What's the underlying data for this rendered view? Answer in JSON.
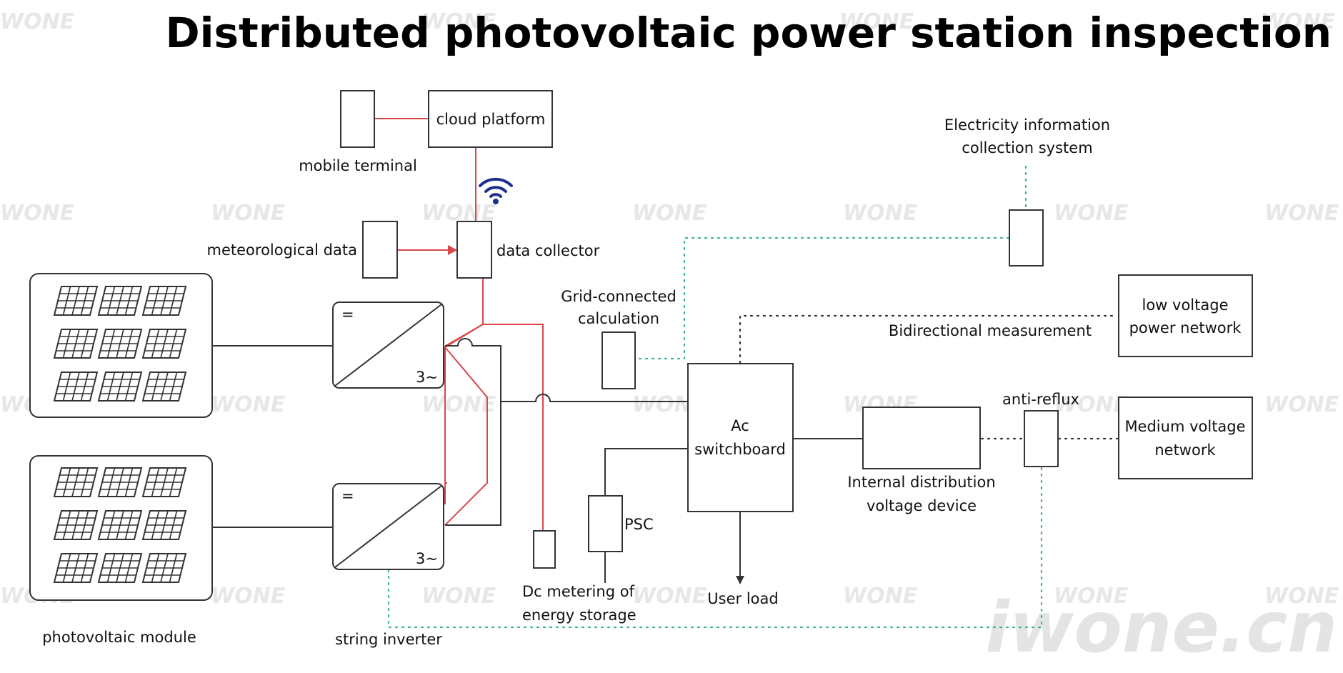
{
  "title": "Distributed photovoltaic power station inspection",
  "watermark": {
    "text": "WONE",
    "site": "iwone.cn"
  },
  "nodes": {
    "cloud_platform": "cloud platform",
    "mobile_terminal": "mobile terminal",
    "meteorological_data": "meteorological data",
    "data_collector": "data collector",
    "electricity_info_line1": "Electricity information",
    "electricity_info_line2": "collection system",
    "grid_calc_line1": "Grid-connected",
    "grid_calc_line2": "calculation",
    "low_voltage_line1": "low voltage",
    "low_voltage_line2": "power network",
    "bidirectional": "Bidirectional measurement",
    "ac_line1": "Ac",
    "ac_line2": "switchboard",
    "anti_reflux": "anti-reflux",
    "medium_line1": "Medium voltage",
    "medium_line2": "network",
    "internal_line1": "Internal distribution",
    "internal_line2": "voltage device",
    "psc": "PSC",
    "dc_line1": "Dc metering of",
    "dc_line2": "energy storage",
    "user_load": "User load",
    "pv_module": "photovoltaic module",
    "string_inverter": "string inverter",
    "inv_dc_symbol": "=",
    "inv_ac_symbol": "3~"
  },
  "colors": {
    "data_link": "#d9474a",
    "measure_link": "#39b48e",
    "wifi": "#1c2f8f",
    "line": "#333333"
  }
}
